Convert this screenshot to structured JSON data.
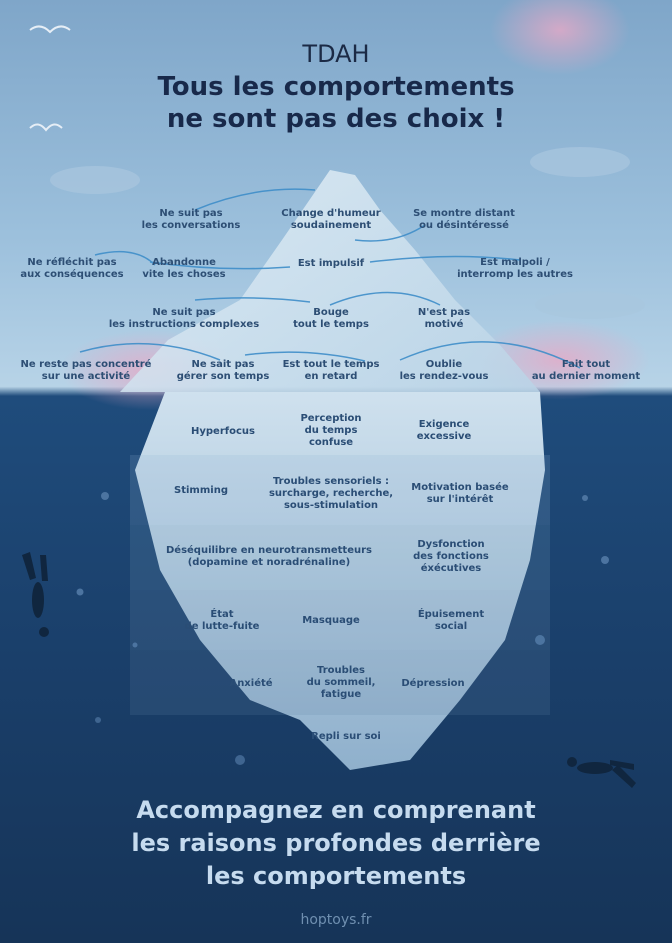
{
  "header": {
    "tag": "TDAH",
    "title_line1": "Tous les comportements",
    "title_line2": "ne sont pas des choix !"
  },
  "above_water": [
    "Ne suit pas\nles conversations",
    "Change d'humeur\nsoudainement",
    "Se montre distant\nou désintéressé",
    "Ne réfléchit pas\naux conséquences",
    "Abandonne\nvite les choses",
    "Est impulsif",
    "Est malpoli /\ninterromp les autres",
    "Ne suit pas\nles instructions complexes",
    "Bouge\ntout le temps",
    "N'est pas\nmotivé",
    "Ne reste pas concentré\nsur une activité",
    "Ne sait pas\ngérer son temps",
    "Est tout le temps\nen retard",
    "Oublie\nles rendez-vous",
    "Fait tout\nau dernier moment"
  ],
  "below_water": [
    "Hyperfocus",
    "Perception\ndu temps\nconfuse",
    "Exigence\nexcessive",
    "Stimming",
    "Troubles sensoriels :\nsurcharge, recherche,\nsous-stimulation",
    "Motivation basée\nsur l'intérêt",
    "Déséquilibre en neurotransmetteurs\n(dopamine et noradrénaline)",
    "Dysfonction\ndes fonctions\néxécutives",
    "État\nde lutte-fuite",
    "Masquage",
    "Épuisement\nsocial",
    "Anxiété",
    "Troubles\ndu sommeil,\nfatigue",
    "Dépression",
    "Repli sur soi"
  ],
  "footer": {
    "line1": "Accompagnez en comprenant",
    "line2": "les raisons profondes derrière",
    "line3": "les comportements",
    "brand": "hoptoys.fr"
  }
}
